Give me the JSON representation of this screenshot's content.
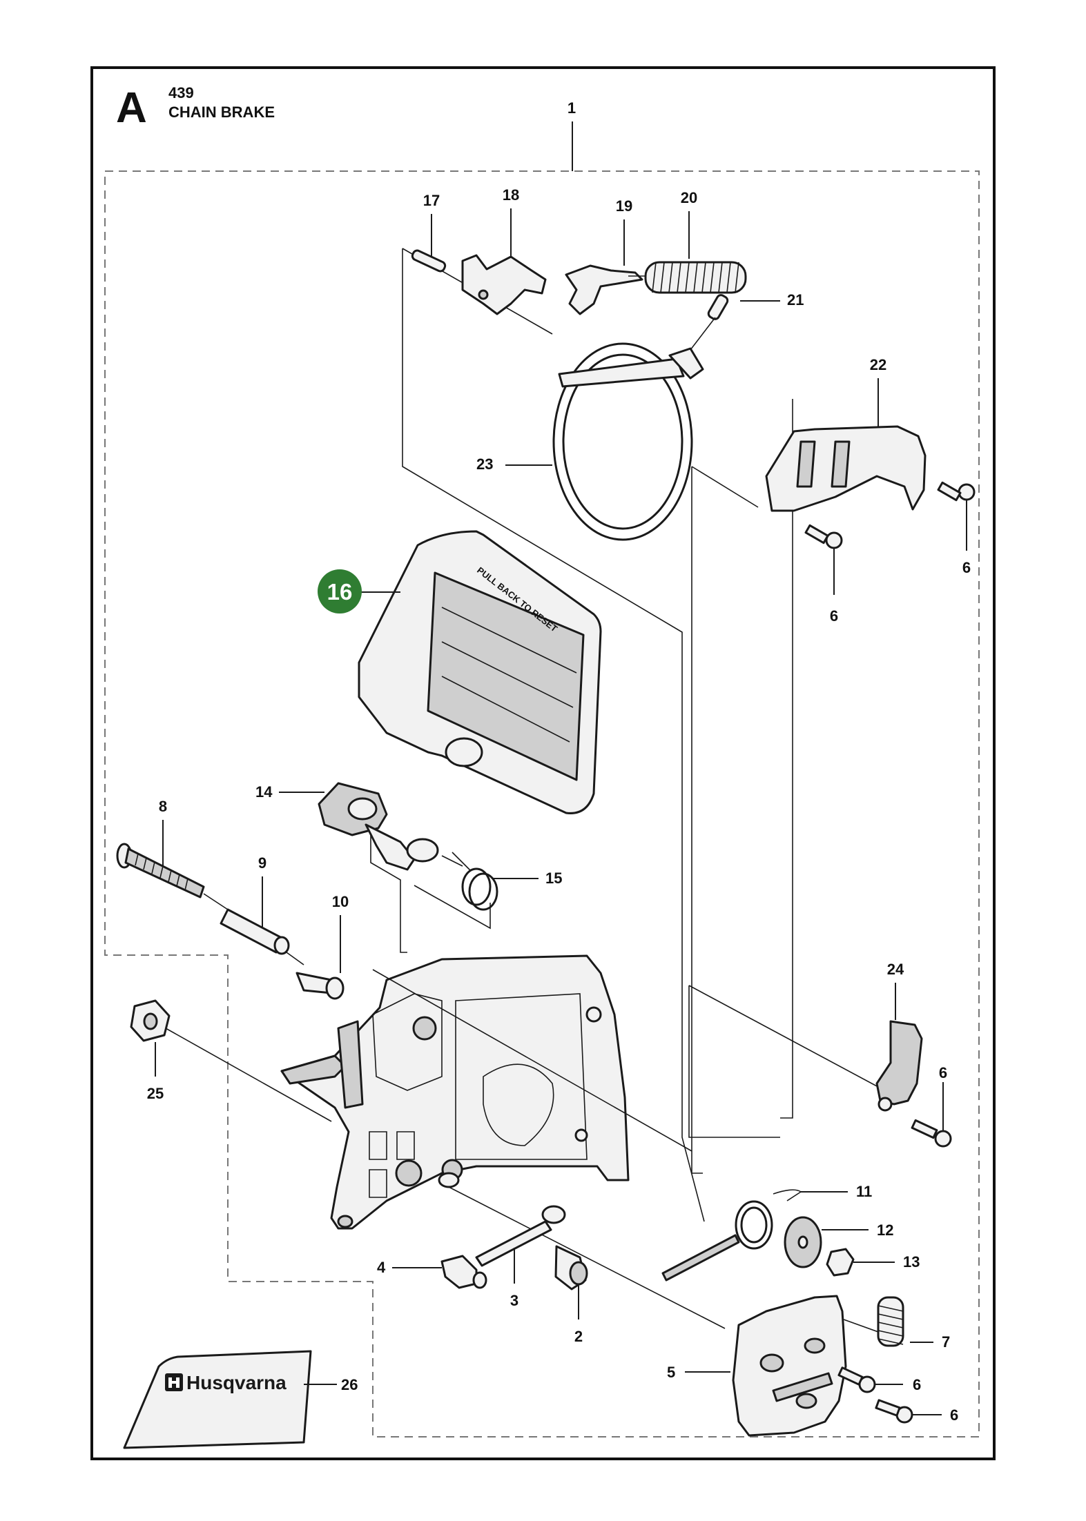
{
  "header": {
    "section_letter": "A",
    "model": "439",
    "title": "CHAIN BRAKE"
  },
  "colors": {
    "highlight_badge": "#2f7d32",
    "frame": "#111111",
    "dashed": "#777777"
  },
  "labels": {
    "l1": "1",
    "l2": "2",
    "l3": "3",
    "l4": "4",
    "l5": "5",
    "l6a": "6",
    "l6b": "6",
    "l6c": "6",
    "l6d": "6",
    "l6e": "6",
    "l7": "7",
    "l8": "8",
    "l9": "9",
    "l10": "10",
    "l11": "11",
    "l12": "12",
    "l13": "13",
    "l14": "14",
    "l15": "15",
    "l17": "17",
    "l18": "18",
    "l19": "19",
    "l20": "20",
    "l21": "21",
    "l22": "22",
    "l23": "23",
    "l24": "24",
    "l25": "25",
    "l26": "26"
  },
  "highlight": {
    "label": "16"
  },
  "handguard_text": "PULL BACK TO RESET",
  "brand_decal": {
    "text": "Husqvarna",
    "icon": "husqvarna-crown-icon"
  }
}
